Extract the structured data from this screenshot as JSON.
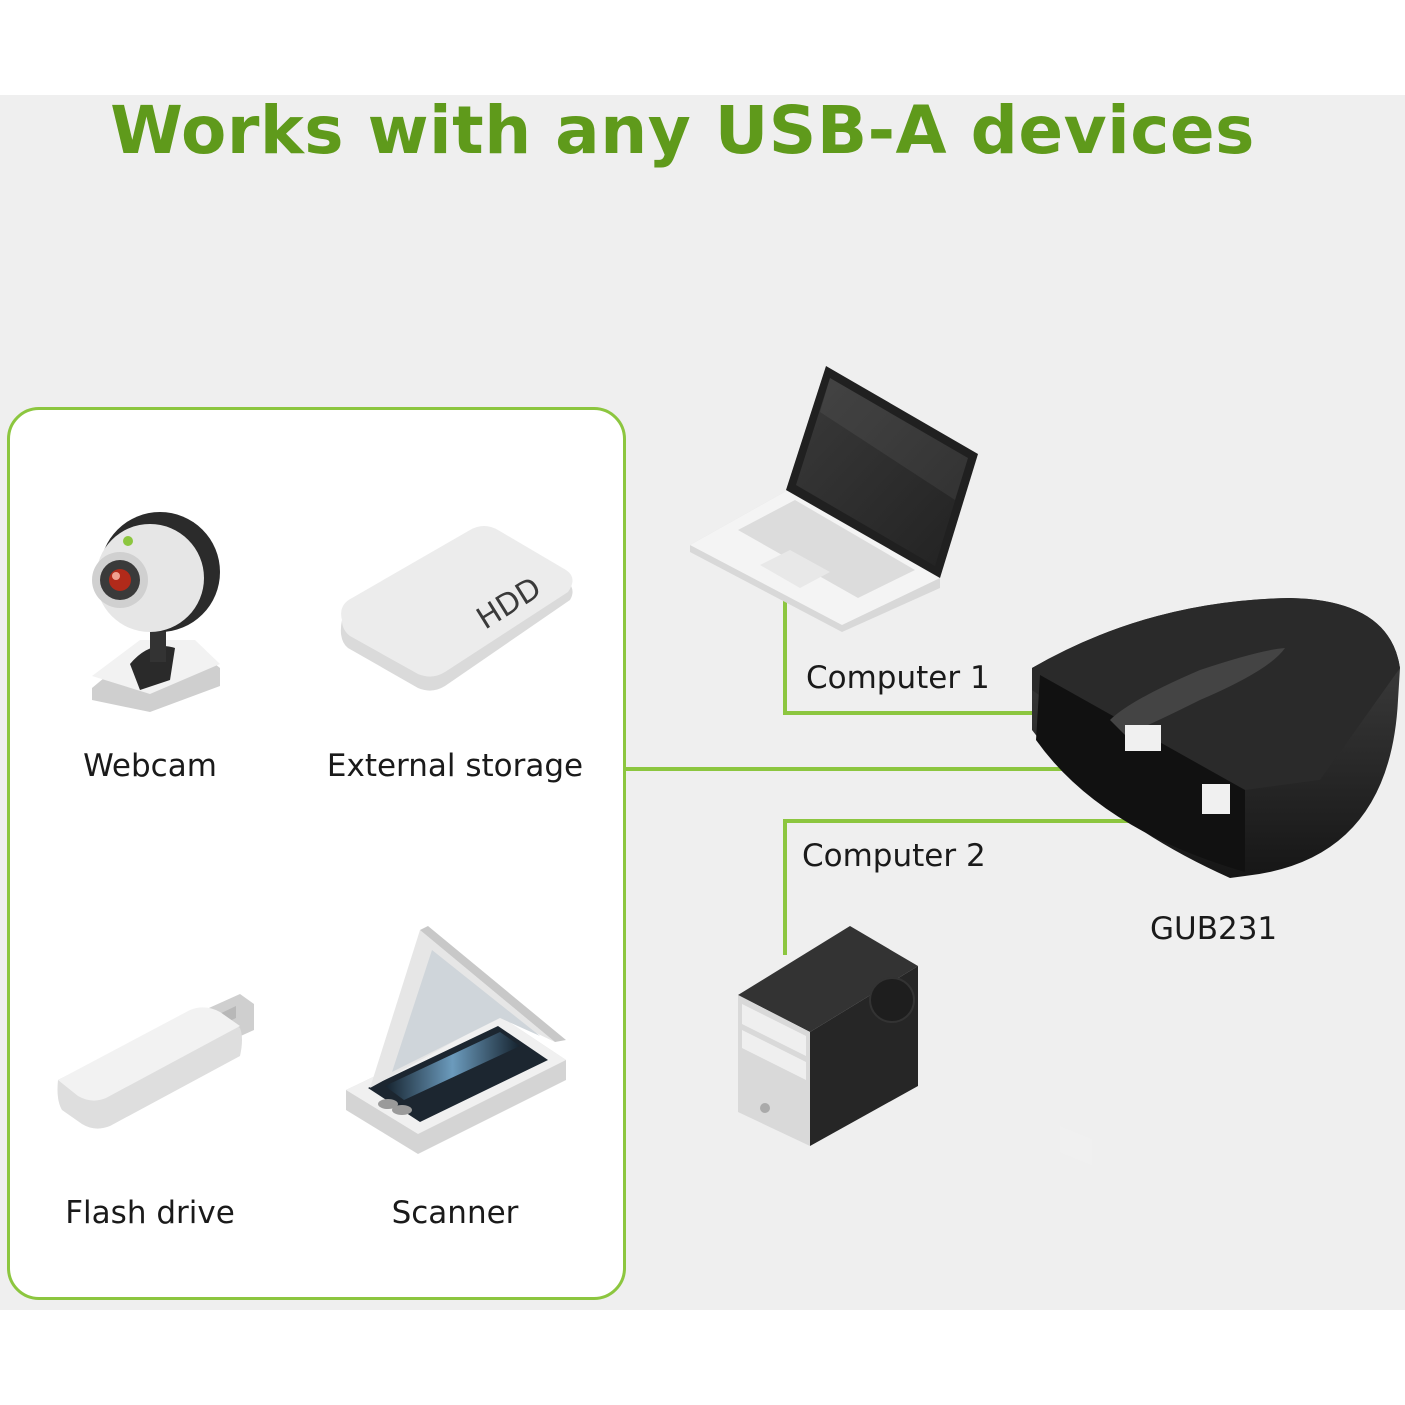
{
  "title": "Works with any USB-A devices",
  "devices": [
    {
      "label": "Webcam",
      "icon": "webcam-icon"
    },
    {
      "label": "External storage",
      "icon": "hdd-icon",
      "icon_text": "HDD"
    },
    {
      "label": "Flash drive",
      "icon": "flash-drive-icon"
    },
    {
      "label": "Scanner",
      "icon": "scanner-icon"
    }
  ],
  "computers": [
    {
      "label": "Computer 1",
      "icon": "laptop-icon"
    },
    {
      "label": "Computer 2",
      "icon": "desktop-tower-icon"
    }
  ],
  "switch": {
    "label": "GUB231",
    "icon": "usb-switch-icon"
  },
  "colors": {
    "accent": "#5f9a1b",
    "line": "#8cc63f",
    "background": "#efefef"
  }
}
